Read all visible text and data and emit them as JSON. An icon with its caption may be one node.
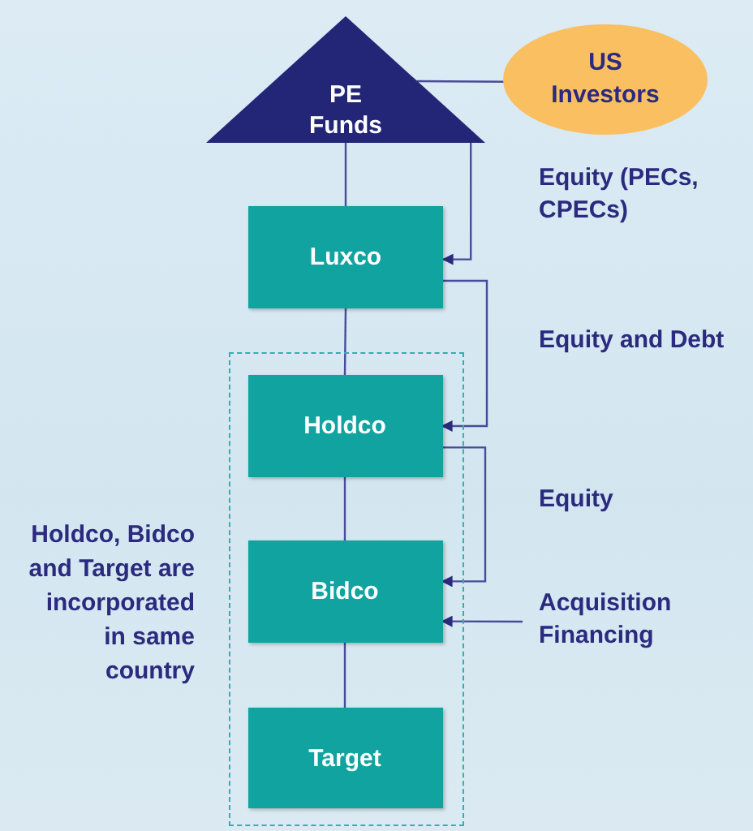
{
  "diagram": {
    "nodes": [
      {
        "text": [
          "PE Funds"
        ]
      },
      {
        "text": [
          "US Investors"
        ]
      },
      {
        "text": [
          "Luxco"
        ]
      },
      {
        "text": [],
        "shape": "box",
        "beside": [
          "Holdco, Bidco and Target are incorporated in same country"
        ]
      },
      {
        "text": [
          "Holdco"
        ],
        "in": 3
      },
      {
        "text": [
          "Bidco"
        ],
        "in": 3
      },
      {
        "text": [
          "Target"
        ],
        "in": 3
      },
      {
        "text": [
          "Acquisition Financing"
        ]
      }
    ],
    "edges": [
      {
        "from": 1,
        "to": 0,
        "arrow": "none"
      },
      {
        "from": 0,
        "to": 2,
        "arrow": "none"
      },
      {
        "from": 0,
        "to": 2,
        "arrow": "to"
      },
      {
        "from": 2,
        "to": 4,
        "arrow": "none"
      },
      {
        "from": 2,
        "to": 4,
        "arrow": "to"
      },
      {
        "from": 4,
        "to": 5,
        "arrow": "none"
      },
      {
        "from": 4,
        "to": 5,
        "arrow": "to"
      },
      {
        "from": 5,
        "to": 6,
        "arrow": "none"
      },
      {
        "from": 7,
        "to": 5,
        "arrow": "to"
      }
    ],
    "labels": [
      "Equity (PECs, CPECs)",
      "Equity and Debt",
      "Equity"
    ]
  }
}
